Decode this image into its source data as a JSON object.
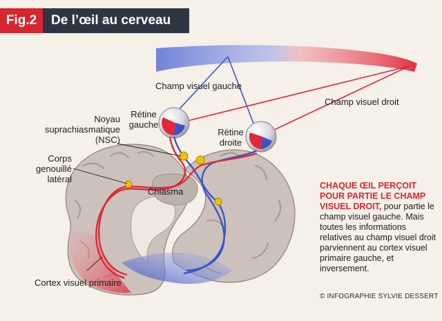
{
  "header": {
    "fig_label": "Fig.2",
    "title": "De l’œil au cerveau"
  },
  "labels": {
    "left_field": "Champ visuel gauche",
    "right_field": "Champ visuel droit",
    "left_retina": "Rétine\ngauche",
    "right_retina": "Rétine\ndroite",
    "nsc": "Noyau\nsuprachiasmatique\n(NSC)",
    "lgn": "Corps\ngenouillé\nlatéral",
    "chiasma": "Chiasma",
    "cortex": "Cortex visuel primaire"
  },
  "note": {
    "highlight": "CHAQUE ŒIL PERÇOIT POUR PARTIE LE CHAMP VISUEL DROIT,",
    "body": " pour partie le champ visuel gauche. Mais toutes les informations relatives au champ visuel droit parviennent au cortex visuel primaire gauche, et inversement."
  },
  "credit": "© INFOGRAPHIE SYLVIE DESSERT",
  "colors": {
    "accent_red": "#d9252e",
    "title_bg": "#2f3643",
    "blue": "#3b55c6",
    "red": "#e0283a",
    "nucleus": "#f2c200"
  }
}
